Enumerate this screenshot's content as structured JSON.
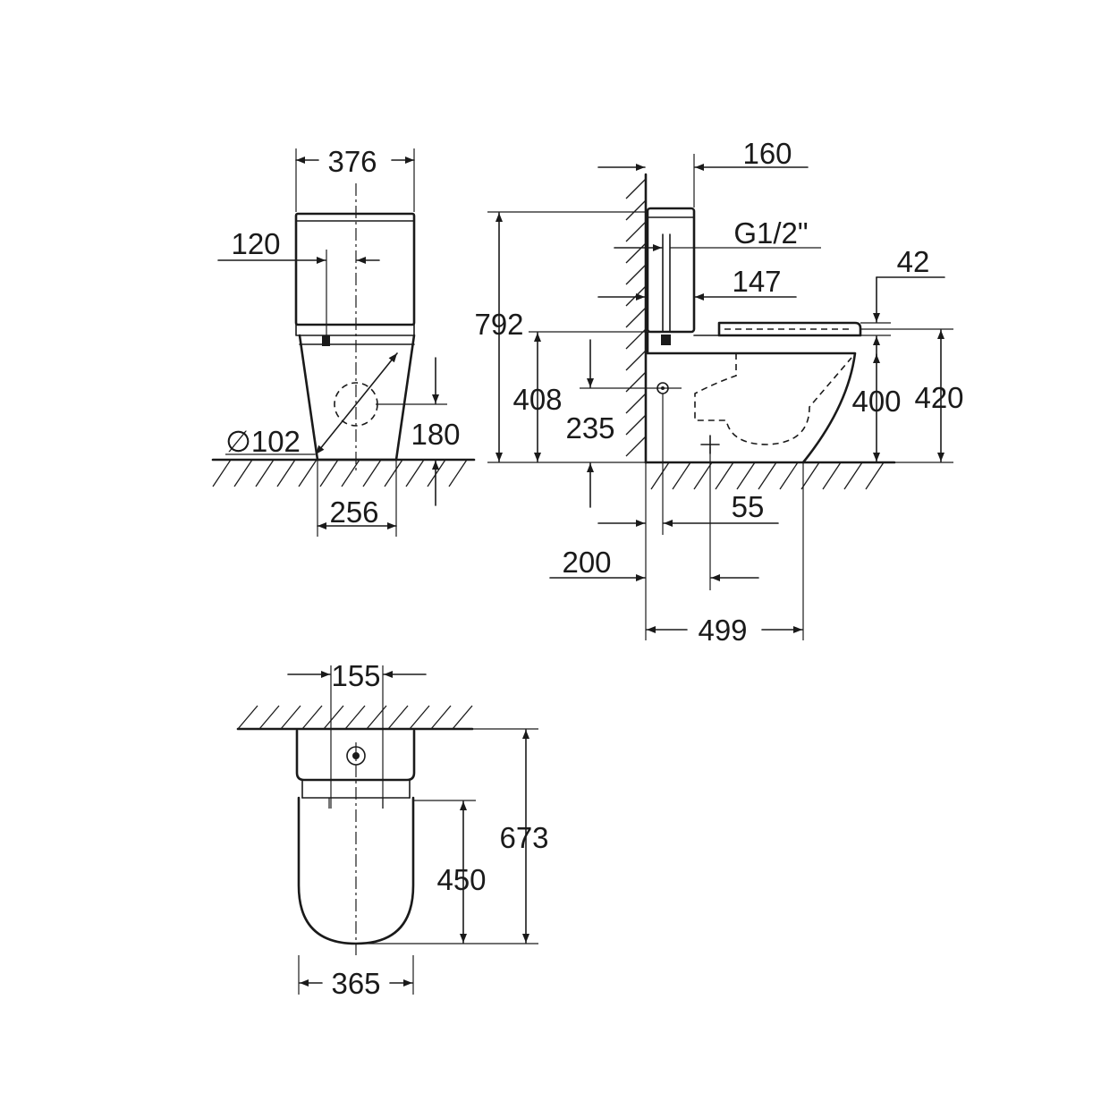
{
  "front_view": {
    "width_top": "376",
    "tank_offset": "120",
    "outlet_diameter": "∅102",
    "outlet_height": "180",
    "base_width": "256"
  },
  "side_view": {
    "tank_offset": "160",
    "inlet_thread": "G1/2\"",
    "tank_depth": "147",
    "seat_thickness": "42",
    "total_height": "792",
    "tank_bottom_height": "408",
    "inlet_height": "235",
    "seat_height": "400",
    "rim_height": "420",
    "outlet_offset": "55",
    "wall_to_inlet": "200",
    "projection": "499"
  },
  "top_view": {
    "inlet_width": "155",
    "total_depth": "673",
    "bowl_depth": "450",
    "width": "365"
  }
}
